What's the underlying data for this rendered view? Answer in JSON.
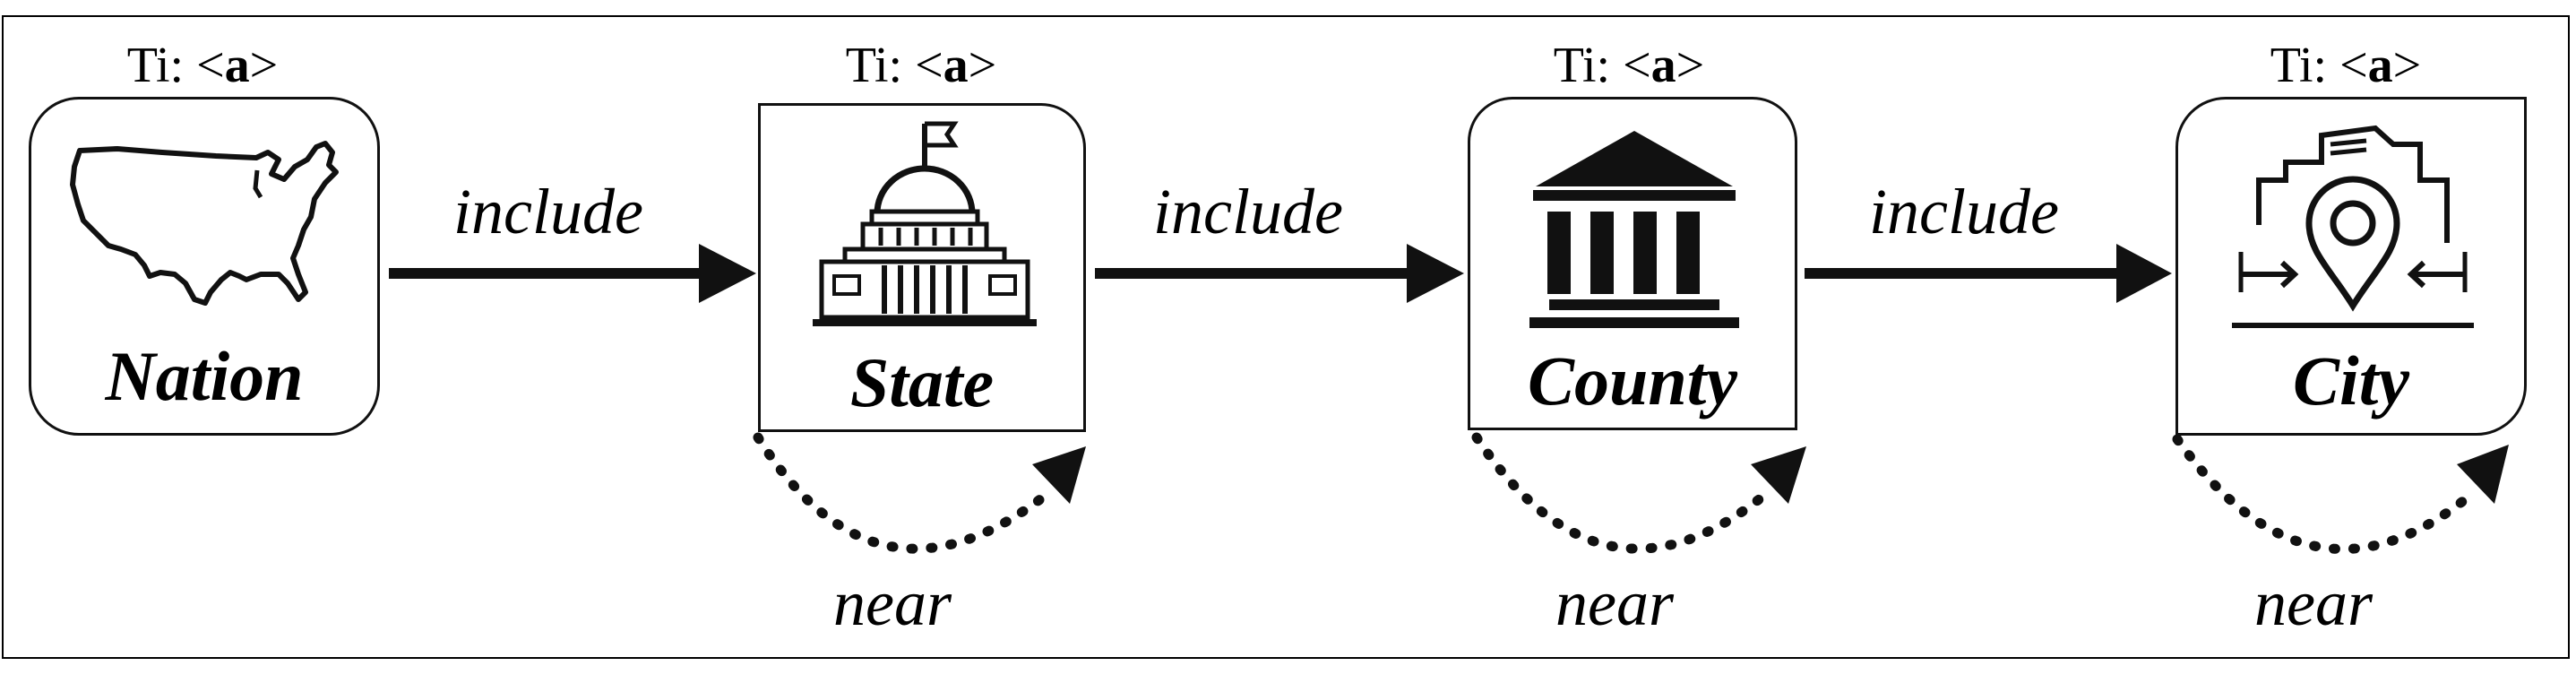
{
  "nodes": [
    {
      "name": "Nation",
      "ti_prefix": "Ti: <",
      "ti_var": "a",
      "ti_suffix": ">",
      "icon": "usa-map-icon"
    },
    {
      "name": "State",
      "ti_prefix": "Ti: <",
      "ti_var": "a",
      "ti_suffix": ">",
      "icon": "capitol-icon"
    },
    {
      "name": "County",
      "ti_prefix": "Ti: <",
      "ti_var": "a",
      "ti_suffix": ">",
      "icon": "courthouse-icon"
    },
    {
      "name": "City",
      "ti_prefix": "Ti: <",
      "ti_var": "a",
      "ti_suffix": ">",
      "icon": "city-location-icon"
    }
  ],
  "edges": [
    {
      "label": "include",
      "from": "Nation",
      "to": "State"
    },
    {
      "label": "include",
      "from": "State",
      "to": "County"
    },
    {
      "label": "include",
      "from": "County",
      "to": "City"
    }
  ],
  "self_loops": [
    {
      "label": "near",
      "node": "State"
    },
    {
      "label": "near",
      "node": "County"
    },
    {
      "label": "near",
      "node": "City"
    }
  ]
}
